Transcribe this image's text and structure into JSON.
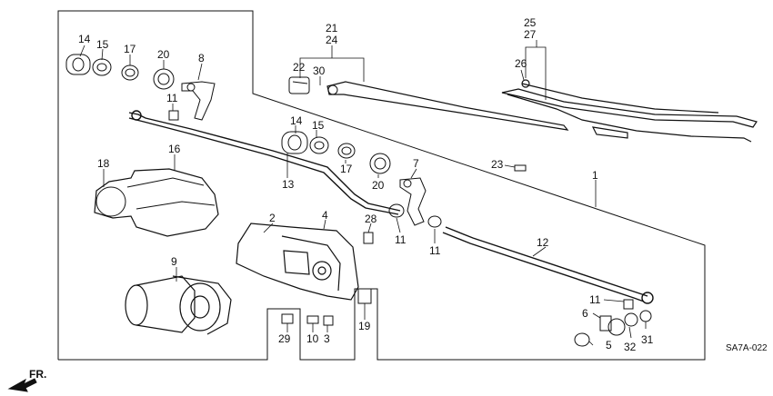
{
  "diagram": {
    "diagram_code": "SA7A-022",
    "direction_label": "FR.",
    "callouts": {
      "c1": "1",
      "c2": "2",
      "c3": "3",
      "c4": "4",
      "c5": "5",
      "c6": "6",
      "c7": "7",
      "c8": "8",
      "c9": "9",
      "c10": "10",
      "c11a": "11",
      "c11b": "11",
      "c11c": "11",
      "c11d": "11",
      "c12": "12",
      "c13": "13",
      "c14a": "14",
      "c14b": "14",
      "c15a": "15",
      "c15b": "15",
      "c16": "16",
      "c17a": "17",
      "c17b": "17",
      "c18": "18",
      "c19": "19",
      "c20a": "20",
      "c20b": "20",
      "c21_24a": "21",
      "c21_24b": "24",
      "c22": "22",
      "c23": "23",
      "c25_27a": "25",
      "c25_27b": "27",
      "c26": "26",
      "c28": "28",
      "c29": "29",
      "c30": "30",
      "c31": "31",
      "c32": "32"
    }
  }
}
